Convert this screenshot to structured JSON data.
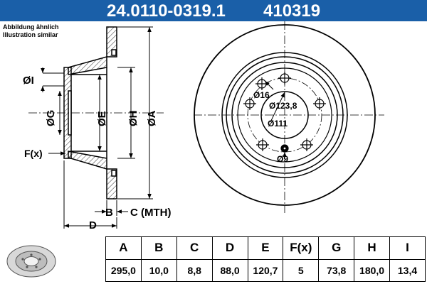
{
  "header": {
    "part_number": "24.0110-0319.1",
    "short_number": "410319",
    "bg_color": "#1a5fa8"
  },
  "note": {
    "line1": "Abbildung ähnlich",
    "line2": "Illustration similar"
  },
  "side_view": {
    "labels": {
      "I": "ØI",
      "G": "ØG",
      "E": "ØE",
      "H": "ØH",
      "A": "ØA",
      "F": "F(x)",
      "B": "B",
      "C": "C (MTH)",
      "D": "D"
    }
  },
  "front_view": {
    "labels": {
      "d16": "Ø16",
      "d1238": "Ø123,8",
      "d111": "Ø111",
      "d9": "Ø9"
    }
  },
  "spec_table": {
    "headers": [
      "A",
      "B",
      "C",
      "D",
      "E",
      "F(x)",
      "G",
      "H",
      "I"
    ],
    "values": [
      "295,0",
      "10,0",
      "8,8",
      "88,0",
      "120,7",
      "5",
      "73,8",
      "180,0",
      "13,4"
    ]
  }
}
